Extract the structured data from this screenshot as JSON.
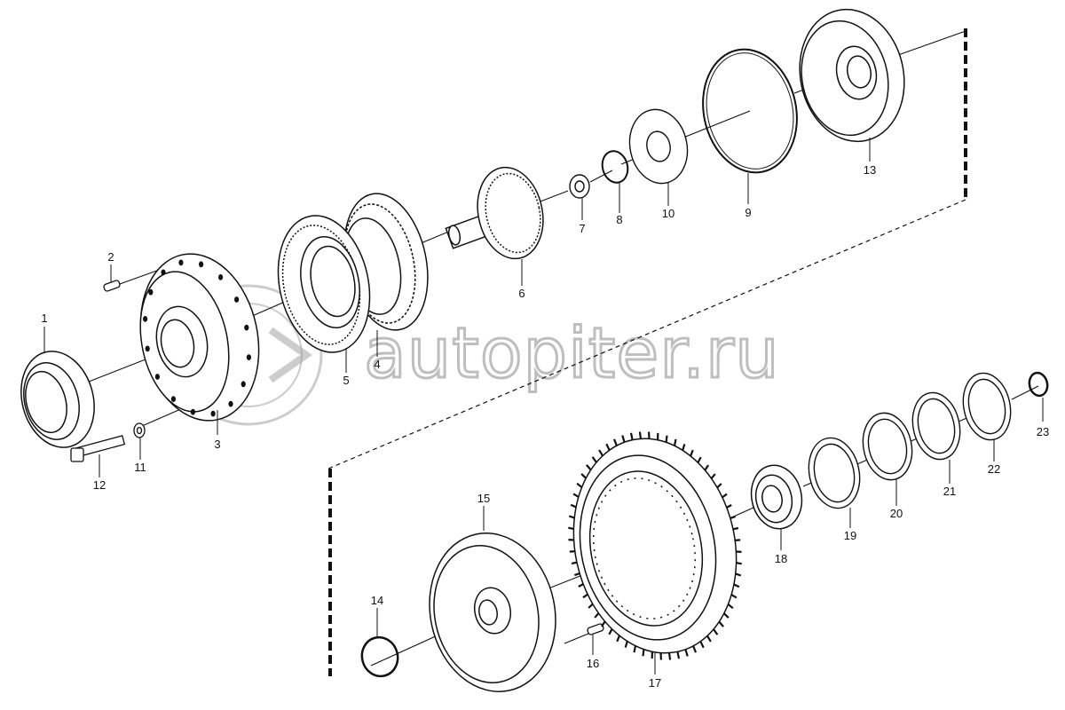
{
  "watermark": {
    "text": "autopiter.ru"
  },
  "parts": [
    {
      "id": "p1",
      "label": "1"
    },
    {
      "id": "p2",
      "label": "2"
    },
    {
      "id": "p3",
      "label": "3"
    },
    {
      "id": "p4",
      "label": "4"
    },
    {
      "id": "p5",
      "label": "5"
    },
    {
      "id": "p6",
      "label": "6"
    },
    {
      "id": "p7",
      "label": "7"
    },
    {
      "id": "p8",
      "label": "8"
    },
    {
      "id": "p9",
      "label": "9"
    },
    {
      "id": "p10",
      "label": "10"
    },
    {
      "id": "p11",
      "label": "11"
    },
    {
      "id": "p12",
      "label": "12"
    },
    {
      "id": "p13",
      "label": "13"
    },
    {
      "id": "p14",
      "label": "14"
    },
    {
      "id": "p15",
      "label": "15"
    },
    {
      "id": "p16",
      "label": "16"
    },
    {
      "id": "p17",
      "label": "17"
    },
    {
      "id": "p18",
      "label": "18"
    },
    {
      "id": "p19",
      "label": "19"
    },
    {
      "id": "p20",
      "label": "20"
    },
    {
      "id": "p21",
      "label": "21"
    },
    {
      "id": "p22",
      "label": "22"
    },
    {
      "id": "p23",
      "label": "23"
    }
  ]
}
